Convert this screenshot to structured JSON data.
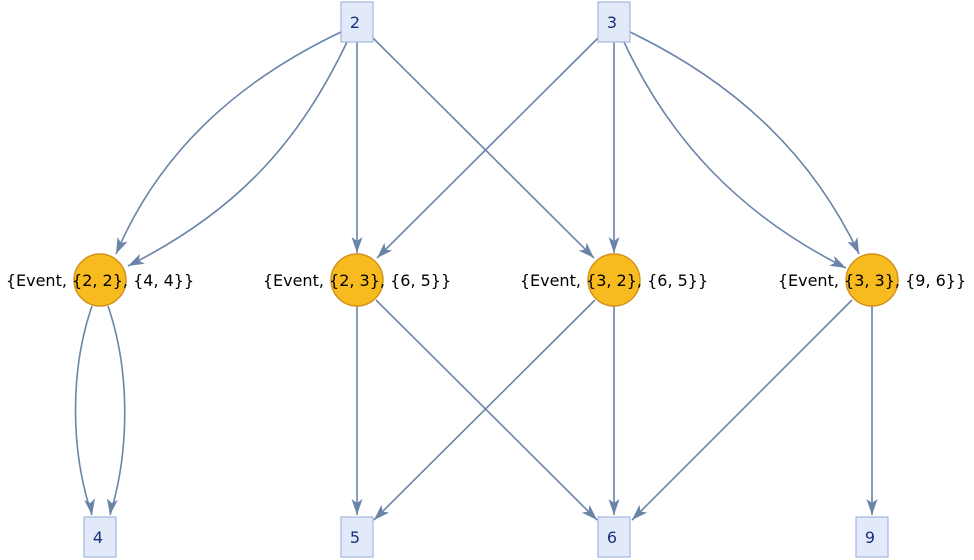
{
  "graph": {
    "colors": {
      "edge": "#6a84a8",
      "token_fill": "#e2e9f8",
      "token_stroke": "#a5b7e0",
      "token_text": "#1a2f7a",
      "event_fill": "#f8bb1f",
      "event_stroke": "#d1901a"
    },
    "tokens": [
      {
        "id": "t2",
        "label": "2"
      },
      {
        "id": "t3",
        "label": "3"
      },
      {
        "id": "t4",
        "label": "4"
      },
      {
        "id": "t5",
        "label": "5"
      },
      {
        "id": "t6",
        "label": "6"
      },
      {
        "id": "t9",
        "label": "9"
      }
    ],
    "events": [
      {
        "id": "e22",
        "label": "{Event, {2, 2}, {4, 4}}"
      },
      {
        "id": "e23",
        "label": "{Event, {2, 3}, {6, 5}}"
      },
      {
        "id": "e32",
        "label": "{Event, {3, 2}, {6, 5}}"
      },
      {
        "id": "e33",
        "label": "{Event, {3, 3}, {9, 6}}"
      }
    ],
    "edges": [
      {
        "from": "t2",
        "to": "e22"
      },
      {
        "from": "t2",
        "to": "e22"
      },
      {
        "from": "t2",
        "to": "e23"
      },
      {
        "from": "t2",
        "to": "e32"
      },
      {
        "from": "t3",
        "to": "e23"
      },
      {
        "from": "t3",
        "to": "e32"
      },
      {
        "from": "t3",
        "to": "e33"
      },
      {
        "from": "t3",
        "to": "e33"
      },
      {
        "from": "e22",
        "to": "t4"
      },
      {
        "from": "e22",
        "to": "t4"
      },
      {
        "from": "e23",
        "to": "t5"
      },
      {
        "from": "e23",
        "to": "t6"
      },
      {
        "from": "e32",
        "to": "t5"
      },
      {
        "from": "e32",
        "to": "t6"
      },
      {
        "from": "e33",
        "to": "t6"
      },
      {
        "from": "e33",
        "to": "t9"
      }
    ]
  }
}
